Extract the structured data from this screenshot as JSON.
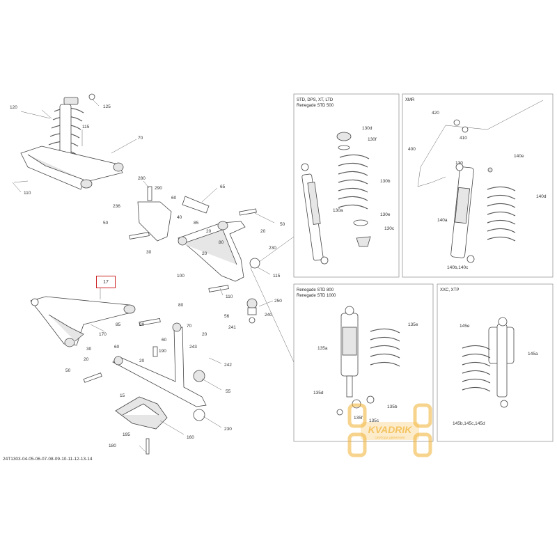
{
  "colors": {
    "line": "#444444",
    "highlight": "#cc1f1f",
    "watermark": "#f2b233"
  },
  "reference_code": "24T1303-04-05-06-07-08-09-10-11-12-13-14",
  "highlighted_part": "17",
  "variant_boxes": [
    {
      "id": "std",
      "title_lines": [
        "STD, DPS, XT, LTD",
        "Renegade STD 500"
      ]
    },
    {
      "id": "xmr",
      "title_lines": [
        "XMR"
      ]
    },
    {
      "id": "renegade",
      "title_lines": [
        "Renegade STD 800",
        "Renegade STD 1000"
      ]
    },
    {
      "id": "xxc",
      "title_lines": [
        "XXC, XTP"
      ]
    }
  ],
  "main_labels": [
    "120",
    "125",
    "115",
    "70",
    "110",
    "280",
    "290",
    "65",
    "236",
    "60",
    "40",
    "50",
    "85",
    "20",
    "80",
    "20",
    "50",
    "20",
    "230",
    "100",
    "115",
    "110",
    "250",
    "56",
    "240",
    "241",
    "17",
    "170",
    "80",
    "85",
    "20",
    "20",
    "60",
    "190",
    "30",
    "243",
    "242",
    "50",
    "20",
    "55",
    "15",
    "230",
    "195",
    "160",
    "180",
    "20",
    "30",
    "60",
    "70"
  ],
  "std_labels": [
    "130d",
    "130f",
    "130b",
    "130a",
    "130e",
    "130c"
  ],
  "xmr_labels": [
    "420",
    "410",
    "400",
    "140e",
    "130",
    "140d",
    "140a",
    "140b,140c"
  ],
  "renegade_labels": [
    "135e",
    "135a",
    "135d",
    "135b",
    "135f",
    "135c"
  ],
  "xxc_labels": [
    "145e",
    "145a",
    "145b,145c,145d"
  ],
  "watermark": {
    "name": "KVADRIK",
    "subtitle": "свобода движения"
  }
}
